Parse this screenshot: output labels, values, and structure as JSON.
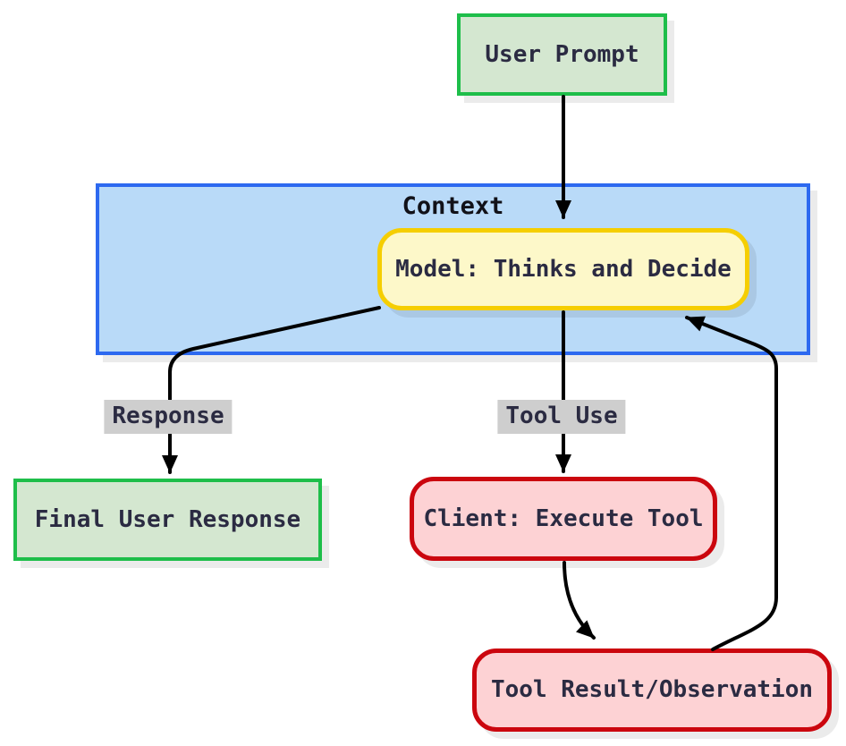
{
  "diagram": {
    "title": "Agent tool-use loop flowchart",
    "nodes": {
      "user_prompt": {
        "label": "User Prompt",
        "fill": "#d4e7d0",
        "border": "#1ebe4a",
        "shape": "rect"
      },
      "context": {
        "label": "Context",
        "fill": "#b9daf8",
        "border": "#2d69f0",
        "shape": "container"
      },
      "model": {
        "label": "Model: Thinks and Decide",
        "fill": "#fdf8c9",
        "border": "#f5ce02",
        "shape": "rounded"
      },
      "final_user_response": {
        "label": "Final User Response",
        "fill": "#d4e7d0",
        "border": "#1ebe4a",
        "shape": "rect"
      },
      "client": {
        "label": "Client: Execute Tool",
        "fill": "#fdd2d4",
        "border": "#cb060e",
        "shape": "rounded"
      },
      "tool_result": {
        "label": "Tool Result/Observation",
        "fill": "#fdd2d4",
        "border": "#cb060e",
        "shape": "rounded"
      }
    },
    "edge_labels": {
      "response": {
        "label": "Response",
        "bg": "#cecece"
      },
      "tool_use": {
        "label": "Tool Use",
        "bg": "#cecece"
      }
    },
    "edges": [
      {
        "from": "user_prompt",
        "to": "model"
      },
      {
        "from": "model",
        "to": "final_user_response",
        "label": "Response"
      },
      {
        "from": "model",
        "to": "client",
        "label": "Tool Use"
      },
      {
        "from": "client",
        "to": "tool_result"
      },
      {
        "from": "tool_result",
        "to": "model"
      }
    ],
    "colors": {
      "arrow": "#000000",
      "node_text": "#2b2b42",
      "context_text": "#111118",
      "background": "#ffffff"
    }
  }
}
